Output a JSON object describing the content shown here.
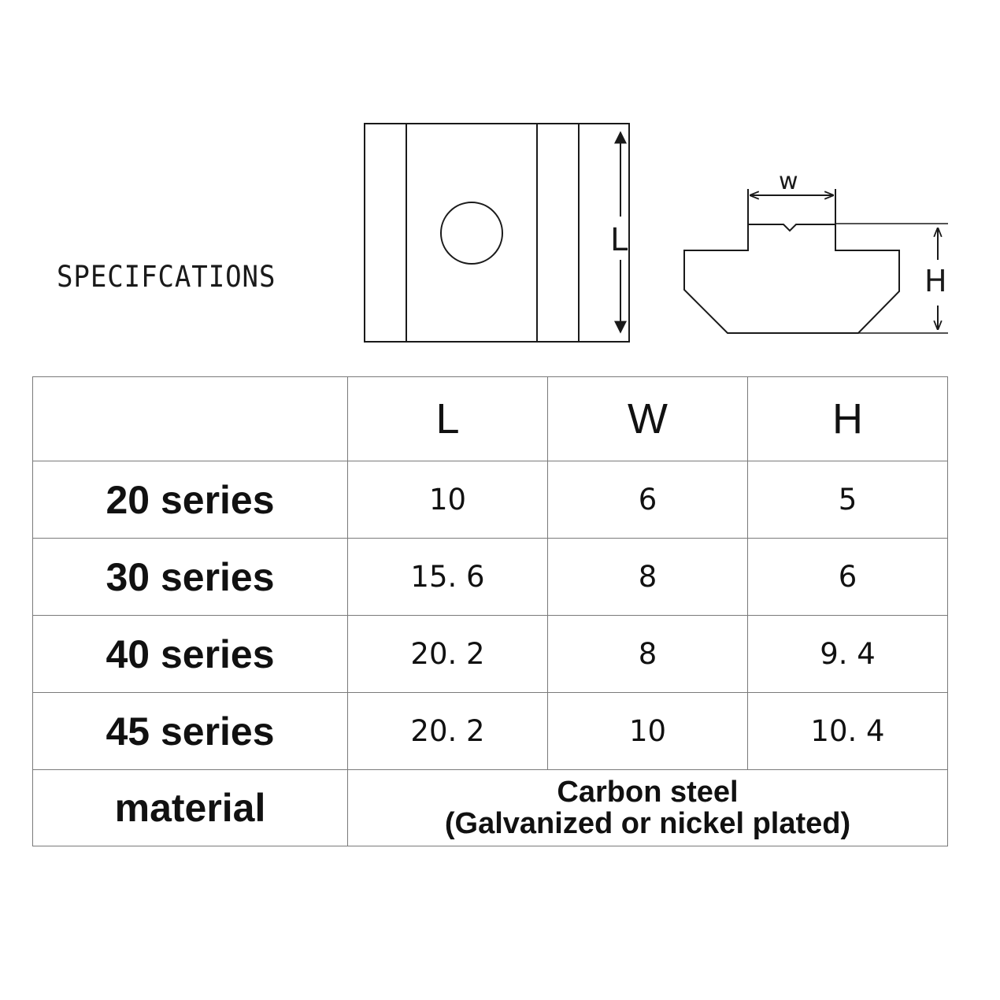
{
  "diagram": {
    "title": "SPECIFCATIONS",
    "top_view_label": "L",
    "side_view_width_label": "w",
    "side_view_height_label": "H"
  },
  "table": {
    "headers": [
      "",
      "L",
      "W",
      "H"
    ],
    "rows": [
      {
        "label": "20 series",
        "L": "10",
        "W": "6",
        "H": "5"
      },
      {
        "label": "30 series",
        "L": "15. 6",
        "W": "8",
        "H": "6"
      },
      {
        "label": "40 series",
        "L": "20. 2",
        "W": "8",
        "H": "9. 4"
      },
      {
        "label": "45 series",
        "L": "20. 2",
        "W": "10",
        "H": "10. 4"
      }
    ],
    "material": {
      "label": "material",
      "line1": "Carbon steel",
      "line2": "(Galvanized or nickel plated)"
    }
  }
}
